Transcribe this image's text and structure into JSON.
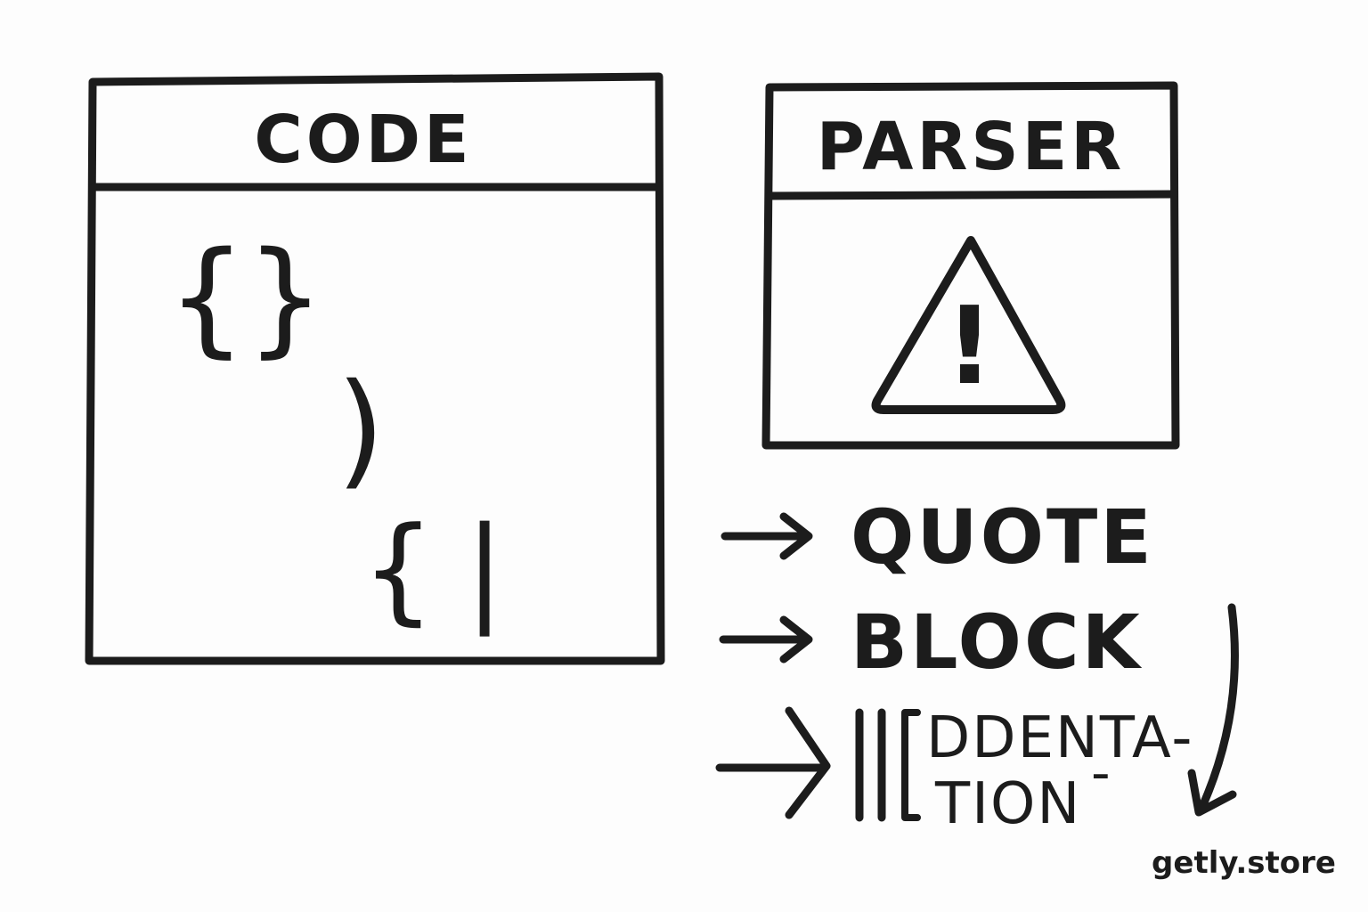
{
  "code_panel": {
    "title": "CODE",
    "glyphs": [
      "{",
      "}",
      ")",
      "{",
      "|"
    ]
  },
  "parser_panel": {
    "title": "PARSER",
    "warning_mark": "!"
  },
  "labels": {
    "quote": "QUOTE",
    "block": "BLOCK",
    "indentation_line1": "DDENTA-",
    "indentation_line2": "TION",
    "indentation_prefix": "|[",
    "indentation_dash": "-"
  },
  "watermark": "getly.store",
  "colors": {
    "ink": "#1c1c1c",
    "background": "#fdfdfd"
  }
}
